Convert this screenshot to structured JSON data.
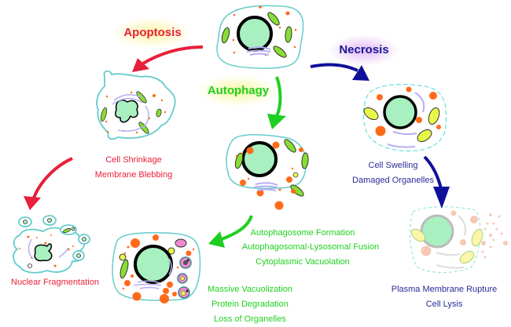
{
  "pathways": {
    "apoptosis": {
      "title": "Apoptosis",
      "step1": [
        "Cell Shrinkage",
        "Membrane Blebbing"
      ],
      "step2": [
        "Nuclear Fragmentation"
      ]
    },
    "autophagy": {
      "title": "Autophagy",
      "step1": [
        "Autophagosome Formation",
        "Autophagosomal-Lysosomal Fusion",
        "Cytoplasmic Vacuolation"
      ],
      "step2": [
        "Massive Vacuolization",
        "Protein Degradation",
        "Loss of Organelles"
      ]
    },
    "necrosis": {
      "title": "Necrosis",
      "step1": [
        "Cell Swelling",
        "Damaged Organelles"
      ],
      "step2": [
        "Plasma Membrane Rupture",
        "Cell Lysis"
      ]
    }
  },
  "colors": {
    "apoptosis": "#e8203a",
    "autophagy": "#1fcf1f",
    "necrosis": "#10109a",
    "membrane": "#66cccc",
    "nucleus": "#a8f0c0",
    "mitochondria": "#88dd33",
    "vesicle": "#ff6a1a"
  }
}
